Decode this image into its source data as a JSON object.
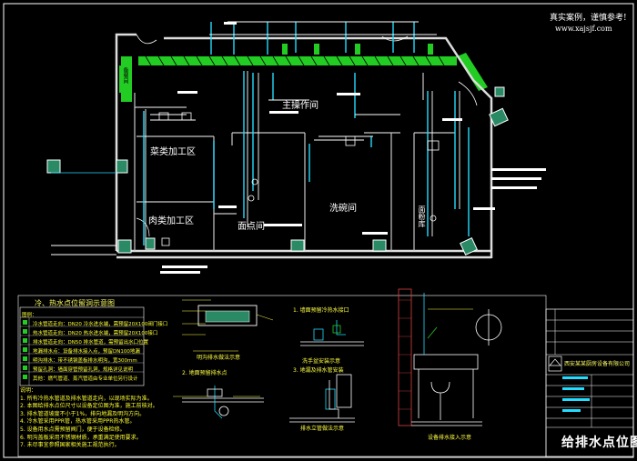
{
  "watermark": {
    "line1": "真实案例，谨慎参考!",
    "line2": "www.xajsjf.com"
  },
  "rooms": {
    "main": "主操作间",
    "veg": "菜类加工区",
    "meat": "肉类加工区",
    "pastry": "面点间",
    "wash": "洗碗间",
    "storage": "面粉库",
    "corridor": "备餐间"
  },
  "legend": {
    "title": "冷、热水点位留洞示意图",
    "header": "图例：",
    "items": [
      "冷水管道走向：DN20 冷水进水端，需预留20X100阀门接口",
      "热水管道走向：DN20 热水进水端，需预留20X100接口",
      "排水管道走向：DN50 排水管道，需预留出水口位置",
      "地漏排水点：设备排水接入点，预留DN100地漏",
      "明沟排水：带不锈钢盖板排水明沟，宽300mm",
      "预留孔洞：墙面穿管预留孔洞，规格详见说明",
      "其他：燃气管道、蒸汽管道由专业单位另行设计"
    ]
  },
  "notes": {
    "header": "说明：",
    "items": [
      "1. 所有冷热水管道及排水管道走向，以现场实际为准。",
      "2. 本图给排水点位尺寸以设备定位图为准，施工前核对。",
      "3. 排水管道坡度不小于1%，排向地漏及明沟方向。",
      "4. 冷水管采用PPR管，热水管采用PPR热水管。",
      "5. 设备用水点需预留阀门，便于设备检修。",
      "6. 明沟盖板采用不锈钢材质，承重满足使用要求。",
      "7. 未尽事宜参照国家相关施工规范执行。"
    ]
  },
  "details": {
    "d1": "明沟排水做法示意",
    "d2": "1. 墙面预留冷热水接口",
    "d3": "2. 地面预留排水点",
    "d4": "3. 地漏及排水管安装",
    "d5": "洗手盆安装示意",
    "d6": "排水立管做法示意",
    "d7": "设备排水接入示意"
  },
  "titleblock": {
    "company": "西安某某厨房设备有限公司",
    "drawing_title": "给排水点位图"
  }
}
